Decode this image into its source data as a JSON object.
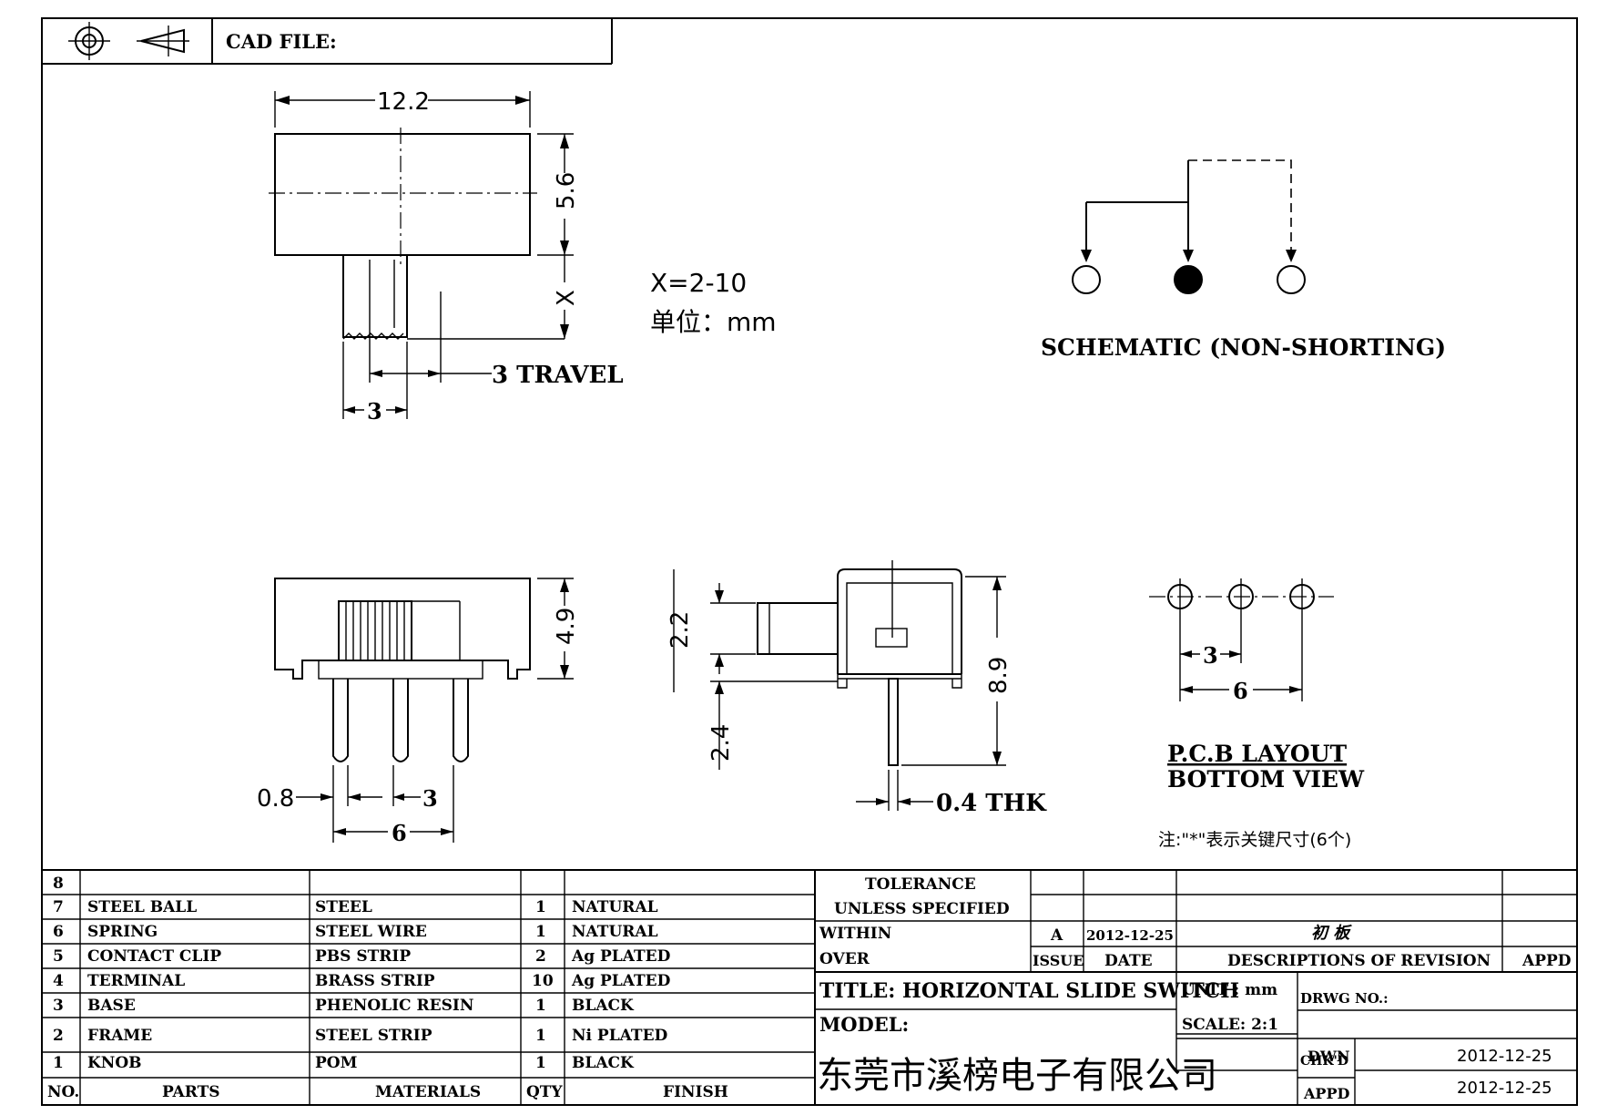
{
  "header": {
    "cad_file_label": "CAD FILE:"
  },
  "top_view": {
    "width": "12.2",
    "height": "5.6",
    "lever": "X",
    "lever_width": "3",
    "travel": "3 TRAVEL"
  },
  "notes": {
    "x_range": "X=2-10",
    "unit": "单位：mm",
    "key_dims": "注:\"*\"表示关键尺寸(6个)"
  },
  "schematic": {
    "label": "SCHEMATIC (NON-SHORTING)"
  },
  "front_view": {
    "height": "4.9",
    "pin_width": "0.8",
    "pitch": "3",
    "span": "6"
  },
  "side_view": {
    "knob": "2.2",
    "pin": "2.4",
    "height": "8.9",
    "thickness": "0.4 THK"
  },
  "pcb_layout": {
    "pitch": "3",
    "span": "6",
    "title": "P.C.B LAYOUT",
    "subtitle": "BOTTOM VIEW"
  },
  "bom": {
    "headers": {
      "no": "NO.",
      "parts": "PARTS",
      "materials": "MATERIALS",
      "qty": "QTY",
      "finish": "FINISH"
    },
    "rows": [
      {
        "no": "8",
        "part": "",
        "material": "",
        "qty": "",
        "finish": ""
      },
      {
        "no": "7",
        "part": "STEEL BALL",
        "material": "STEEL",
        "qty": "1",
        "finish": "NATURAL"
      },
      {
        "no": "6",
        "part": "SPRING",
        "material": "STEEL WIRE",
        "qty": "1",
        "finish": "NATURAL"
      },
      {
        "no": "5",
        "part": "CONTACT CLIP",
        "material": "PBS STRIP",
        "qty": "2",
        "finish": "Ag PLATED"
      },
      {
        "no": "4",
        "part": "TERMINAL",
        "material": "BRASS STRIP",
        "qty": "10",
        "finish": "Ag PLATED"
      },
      {
        "no": "3",
        "part": "BASE",
        "material": "PHENOLIC RESIN",
        "qty": "1",
        "finish": "BLACK"
      },
      {
        "no": "2",
        "part": "FRAME",
        "material": "STEEL STRIP",
        "qty": "1",
        "finish": "Ni PLATED"
      },
      {
        "no": "1",
        "part": "KNOB",
        "material": "POM",
        "qty": "1",
        "finish": "BLACK"
      }
    ]
  },
  "title_block": {
    "tolerance": "TOLERANCE",
    "unless": "UNLESS  SPECIFIED",
    "within": "WITHIN",
    "over": "OVER",
    "issue_value": "A",
    "date_value": "2012-12-25",
    "revision_desc": "初 板",
    "issue_label": "ISSUE",
    "date_label": "DATE",
    "desc_label": "DESCRIPTIONS OF REVISION",
    "appd_label": "APPD",
    "title": "TITLE: HORIZONTAL SLIDE SWITCH",
    "unit": "UNIT : mm",
    "drwg_no": "DRWG NO.:",
    "model": "MODEL:",
    "scale": "SCALE: 2:1",
    "company": "东莞市溪榜电子有限公司",
    "dwn": "DWN",
    "chkd": "CHK'D",
    "appd": "APPD",
    "dwn_date": "2012-12-25",
    "chk_date": "2012-12-25"
  }
}
